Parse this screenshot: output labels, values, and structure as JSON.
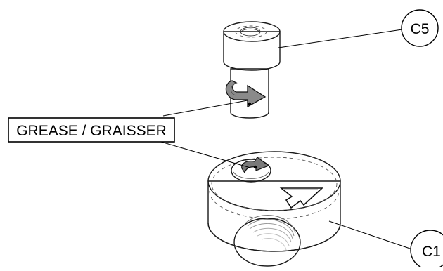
{
  "labels": {
    "grease": "GREASE / GRAISSER",
    "c5": "C5",
    "c1": "C1"
  },
  "parts": {
    "sleeve": "c5",
    "collar": "c1"
  },
  "colors": {
    "part_light": "#f4f4f4",
    "part_mid": "#dcdcdc",
    "part_dark": "#9a9a9a",
    "outline": "#1a1a1a"
  },
  "icons": [
    "rotate-arrow-icon",
    "rotate-arrow-icon",
    "triangle-arrow-icon"
  ]
}
